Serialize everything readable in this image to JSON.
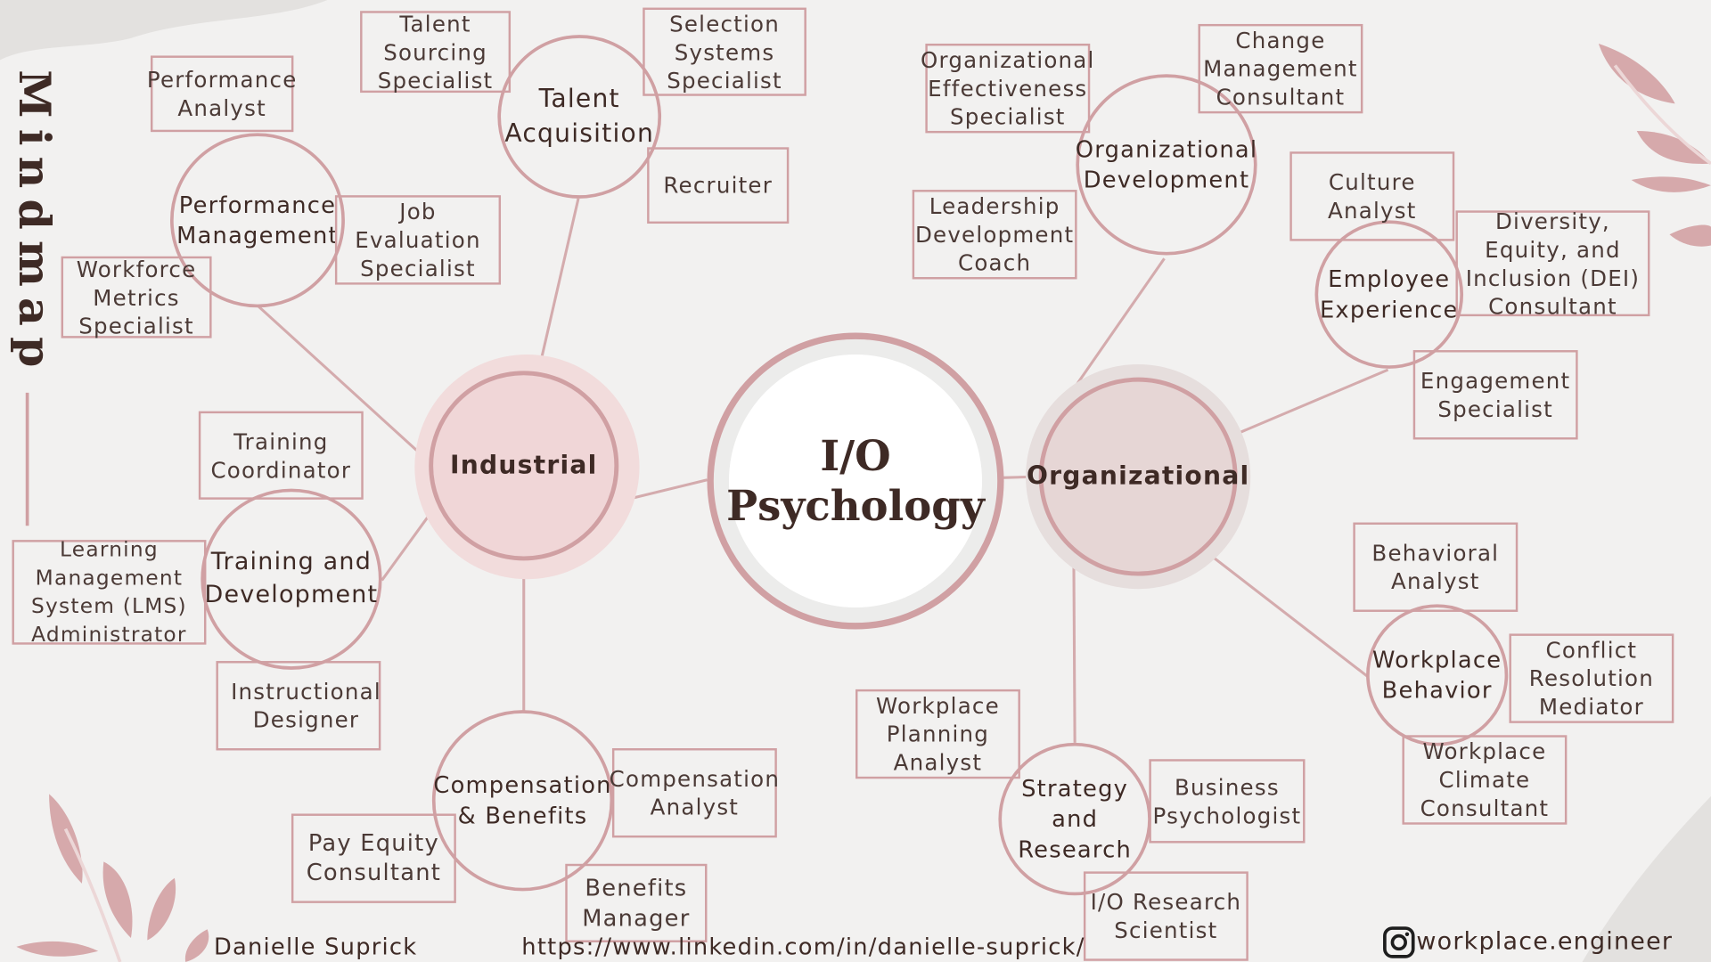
{
  "title": "Mindmap",
  "center": {
    "label": "I/O\nPsychology"
  },
  "branches": {
    "industrial": "Industrial",
    "organizational": "Organizational"
  },
  "nodes": {
    "talent_acquisition": "Talent\nAcquisition",
    "performance_management": "Performance\nManagement",
    "training_development": "Training and\nDevelopment",
    "compensation_benefits": "Compensation\n& Benefits",
    "organizational_development": "Organizational\nDevelopment",
    "employee_experience": "Employee\nExperience",
    "workplace_behavior": "Workplace\nBehavior",
    "strategy_research": "Strategy and\nResearch"
  },
  "roles": {
    "talent_sourcing": "Talent\nSourcing\nSpecialist",
    "selection_systems": "Selection\nSystems\nSpecialist",
    "recruiter": "Recruiter",
    "performance_analyst": "Performance\nAnalyst",
    "job_evaluation": "Job Evaluation\nSpecialist",
    "workforce_metrics": "Workforce\nMetrics\nSpecialist",
    "training_coordinator": "Training\nCoordinator",
    "lms_admin": "Learning\nManagement\nSystem (LMS)\nAdministrator",
    "instructional_designer": "Instructional\nDesigner",
    "compensation_analyst": "Compensation\nAnalyst",
    "pay_equity": "Pay Equity\nConsultant",
    "benefits_manager": "Benefits\nManager",
    "org_effectiveness": "Organizational\nEffectiveness\nSpecialist",
    "change_management": "Change\nManagement\nConsultant",
    "leadership_coach": "Leadership\nDevelopment\nCoach",
    "culture_analyst": "Culture\nAnalyst",
    "dei_consultant": "Diversity,\nEquity, and\nInclusion (DEI)\nConsultant",
    "engagement_specialist": "Engagement\nSpecialist",
    "behavioral_analyst": "Behavioral\nAnalyst",
    "conflict_mediator": "Conflict\nResolution\nMediator",
    "climate_consultant": "Workplace\nClimate\nConsultant",
    "workplace_planning": "Workplace\nPlanning\nAnalyst",
    "business_psychologist": "Business\nPsychologist",
    "io_research_scientist": "I/O Research\nScientist"
  },
  "footer": {
    "author": "Danielle Suprick",
    "url": "https://www.linkedin.com/in/danielle-suprick/",
    "handle": "workplace.engineer"
  },
  "icons": [
    "instagram-icon",
    "leaf-decoration"
  ],
  "colors": {
    "accent": "#d0a0a3",
    "industrial_fill": "#f0d6d7",
    "organizational_fill": "#e6d6d5",
    "text": "#3e2a25",
    "background": "#f2f1f0"
  }
}
